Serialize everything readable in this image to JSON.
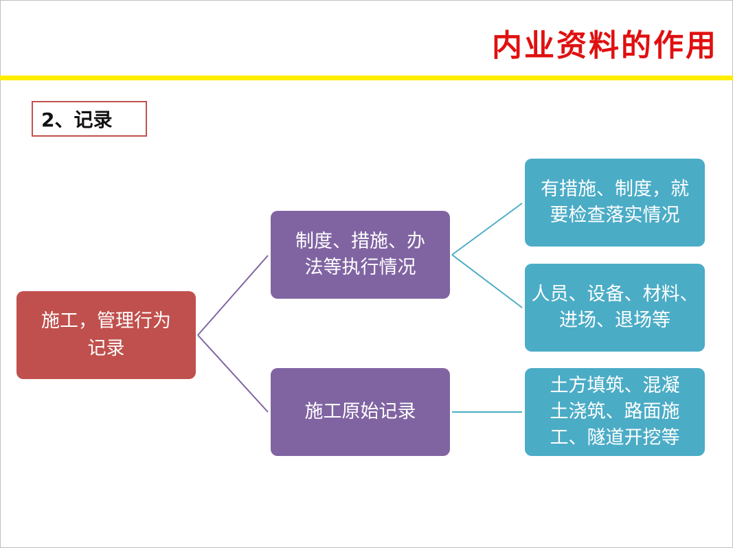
{
  "slide": {
    "title": "内业资料的作用",
    "section_label": "2、记录"
  },
  "colors": {
    "title_red": "#e01010",
    "accent_yellow": "#ffee00",
    "root_fill": "#c0504d",
    "mid_fill": "#8064a2",
    "leaf_fill": "#4bacc6",
    "line_purple": "#8064a2",
    "line_teal": "#4bacc6"
  },
  "diagram": {
    "root": {
      "line1": "施工，管理行为",
      "line2": "记录"
    },
    "branches": [
      {
        "line1": "制度、措施、办",
        "line2": "法等执行情况",
        "children": [
          {
            "line1": "有措施、制度，就",
            "line2": "要检查落实情况"
          },
          {
            "line1": "人员、设备、材料、",
            "line2": "进场、退场等"
          }
        ]
      },
      {
        "line1": "施工原始记录",
        "children": [
          {
            "line1": "土方填筑、混凝",
            "line2": "土浇筑、路面施",
            "line3": "工、隧道开挖等"
          }
        ]
      }
    ]
  }
}
